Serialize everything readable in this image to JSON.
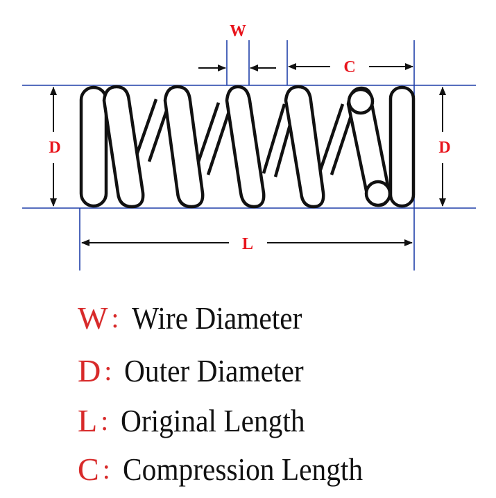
{
  "dimensions": {
    "wire": "W",
    "compression": "C",
    "outer_left": "D",
    "outer_right": "D",
    "length": "L"
  },
  "legend": [
    {
      "key": "W",
      "colon": ":",
      "text": "Wire Diameter"
    },
    {
      "key": "D",
      "colon": ":",
      "text": "Outer Diameter"
    },
    {
      "key": "L",
      "colon": ":",
      "text": "Original Length"
    },
    {
      "key": "C",
      "colon": ":",
      "text": "Compression Length"
    }
  ],
  "colors": {
    "guide_lines": "#1f3fa8",
    "labels": "#e8141c",
    "spring": "#111111",
    "legend_key": "#d82a2a"
  }
}
